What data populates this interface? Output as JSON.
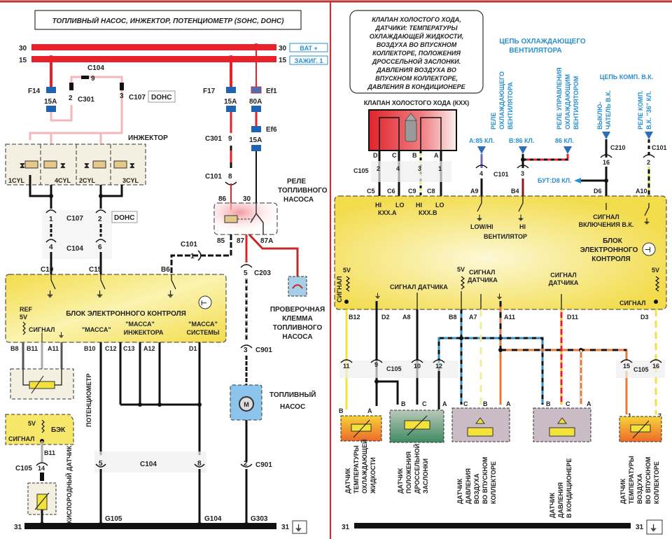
{
  "left": {
    "title": "ТОПЛИВНЫЙ НАСОС, ИНЖЕКТОР, ПОТЕНЦИОМЕТР  (SOHC, DOHC)",
    "buses": {
      "b30": "30",
      "b15": "15",
      "bat": "BAT +",
      "ign": "ЗАЖИГ. 1"
    },
    "fuses": {
      "f14": "F14",
      "f14_rating": "15A",
      "f17": "F17",
      "f17_rating": "15A",
      "ef1": "Ef1",
      "ef1_rating": "80A",
      "ef6": "Ef6",
      "ef6_rating": "15A"
    },
    "connectors": {
      "c104_top": "C104",
      "c104_top_pin": "9",
      "c301": "C301",
      "c301_pin": "2",
      "c107_dohc": "C107",
      "c107_pin": "3",
      "dohc": "DOHC",
      "c301_r": "C301",
      "c301_r_pin": "9",
      "c101_r": "C101",
      "c101_r_pin": "8",
      "c107_mid": "C107",
      "c107_mid_pins": [
        "1",
        "2"
      ],
      "dohc2": "DOHC",
      "c104_mid": "C104",
      "c104_mid_pins": [
        "4",
        "6"
      ],
      "c101_b6": "C101",
      "c101_b6_pin": "1",
      "c203": "C203",
      "c203_pin": "5",
      "c901_top": "C901",
      "c901_top_pin": "3",
      "c901_bot": "C901",
      "c901_bot_pin": "2",
      "c104_bot": "C104",
      "c104_bot_pins": [
        "5",
        "8"
      ],
      "c105": "C105",
      "c105_pin": "14"
    },
    "injector": {
      "label": "ИНЖЕКТОР",
      "cyls": [
        "1CYL",
        "4CYL",
        "2CYL",
        "3CYL"
      ]
    },
    "relay": {
      "label": [
        "РЕЛЕ",
        "ТОПЛИВНОГО",
        "НАСОСА"
      ],
      "pins": {
        "p86": "86",
        "p30": "30",
        "p85": "85",
        "p87": "87",
        "p87a": "87A"
      }
    },
    "test_terminal": [
      "ПРОВЕРОЧНАЯ",
      "КЛЕММА",
      "ТОПЛИВНОГО",
      "НАСОСА"
    ],
    "pump": {
      "label": [
        "ТОПЛИВНЫЙ",
        "НАСОС"
      ],
      "motor": "M"
    },
    "ecu": {
      "title": "БЛОК ЭЛЕКТРОННОГО КОНТРОЛЯ",
      "top_pins": [
        "C10",
        "C15",
        "B6"
      ],
      "ref": [
        "REF",
        "5V"
      ],
      "signal": "СИГНАЛ",
      "mass": "\"МАССА\"",
      "mass_inj": [
        "\"МАССА\"",
        "ИНЖЕКТОРА"
      ],
      "mass_sys": [
        "\"МАССА\"",
        "СИСТЕМЫ"
      ],
      "bottom_pins": [
        "B8",
        "B11",
        "A11",
        "B10",
        "C12",
        "C13",
        "A12",
        "D1"
      ]
    },
    "potentiometer": "ПОТЕНЦИОМЕТР",
    "bek": {
      "v": "5V",
      "signal": "СИГНАЛ",
      "label": "БЭК",
      "pin": "B11"
    },
    "oxygen": "КИСЛОРОДНЫЙ ДАТЧИК",
    "ground": {
      "b31": "31",
      "g105": "G105",
      "g104": "G104",
      "g303": "G303",
      "b31r": "31"
    }
  },
  "right": {
    "title_lines": [
      "КЛАПАН ХОЛОСТОГО ХОДА,",
      "ДАТЧИКИ: ТЕМПЕРАТУРЫ",
      "ОХЛАЖДАЮЩЕЙ ЖИДКОСТИ,",
      "ВОЗДУХА ВО ВПУСКНОМ",
      "КОЛЛЕКТОРЕ, ПОЛОЖЕНИЯ",
      "ДРОССЕЛЬНОЙ ЗАСЛОНКИ.",
      "ДАВЛЕНИЯ ВОЗДУХА ВО",
      "ВПУСКНОМ КОЛЛЕКТОРЕ,",
      "ДАВЛЕНИЯ В КОНДИЦИОНЕРЕ"
    ],
    "iac": {
      "label": "КЛАПАН ХОЛОСТОГО ХОДА (КХХ)",
      "pins": [
        "D",
        "C",
        "B",
        "A"
      ],
      "c105": "C105",
      "c105_pins": [
        "2",
        "4",
        "3",
        "1"
      ],
      "ecu_pins": [
        "C5",
        "C6",
        "C9",
        "C8"
      ]
    },
    "fan_circuit": {
      "title": [
        "ЦЕПЬ ОХЛАЖДАЮЩЕГО",
        "ВЕНТИЛЯТОРА"
      ],
      "relay1": [
        "РЕЛЕ",
        "ОХЛАЖДАЮЩЕГО",
        "ВЕНТИЛЯТОРА"
      ],
      "relay2": [
        "РЕЛЕ УПРАВЛЕНИЯ",
        "ОХЛАЖДАЮЩИМ",
        "ВЕНТИЛЯТОРОМ"
      ],
      "t1": "A:85 КЛ.",
      "t2": "B:86 КЛ.",
      "t3": "86 КЛ.",
      "c101": "C101",
      "c101_pins": [
        "4",
        "3"
      ],
      "ecu_pins": [
        "A9",
        "B4"
      ]
    },
    "ac_circuit": {
      "title": "ЦЕПЬ  КОМП. В.К.",
      "switch": [
        "ВЫКЛЮ-",
        "ЧАТЕЛЬ В.К."
      ],
      "relay": [
        "РЕЛЕ КОМП.",
        "В.К. \"36\" КЛ."
      ],
      "c210": "C210",
      "c210_pin": "16",
      "c101": "C101",
      "c101_pin": "2",
      "but": "БУТ:D8 КЛ.",
      "ecu_pins": [
        "D6",
        "A10"
      ]
    },
    "ecu": {
      "iac_labels": [
        "HI",
        "LO",
        "HI",
        "LO"
      ],
      "kxxa": "КХХ.А",
      "kxxb": "КХХ.В",
      "low_hi": "LOW/HI",
      "hi": "HI",
      "fan": "ВЕНТИЛЯТОР",
      "ac_signal": [
        "СИГНАЛ",
        "ВКЛЮЧЕНИЯ В.К."
      ],
      "title": [
        "БЛОК",
        "ЭЛЕКТРОННОГО",
        "КОНТРОЛЯ"
      ],
      "v5": "5V",
      "signal": "СИГНАЛ",
      "sensor_signal": "СИГНАЛ ДАТЧИКА",
      "sensor_signal2": [
        "СИГНАЛ",
        "ДАТЧИКА"
      ],
      "bottom_pins": [
        "B12",
        "D2",
        "A8",
        "B8",
        "A7",
        "A11",
        "D11",
        "D3"
      ]
    },
    "c105": {
      "label": "C105",
      "pins": [
        "11",
        "9",
        "10",
        "12",
        "15",
        "16"
      ]
    },
    "sensors": [
      {
        "pins": [
          "B",
          "A"
        ],
        "label": [
          "ДАТЧИК",
          "ТЕМПЕРАТУРЫ",
          "ОХЛАЖДАЮЩЕЙ",
          "ЖИДКОСТИ"
        ]
      },
      {
        "pins": [
          "B",
          "C",
          "A"
        ],
        "label": [
          "ДАТЧИК",
          "ПОЛОЖЕНИЯ",
          "ДРОССЕЛЬНОЙ",
          "ЗАСЛОНКИ"
        ]
      },
      {
        "pins": [
          "C",
          "B",
          "A"
        ],
        "label": [
          "ДАТЧИК",
          "ДАВЛЕНИЯ",
          "ВОЗДУХА",
          "ВО ВПУСКНОМ",
          "КОЛЛЕКТОРЕ"
        ]
      },
      {
        "pins": [
          "B",
          "C",
          "A"
        ],
        "label": [
          "ДАТЧИК",
          "ДАВЛЕНИЯ",
          "В КОНДИЦИОНЕРЕ"
        ]
      },
      {
        "pins": [
          "1",
          "2"
        ],
        "label": [
          "ДАТЧИК",
          "ТЕМПЕРАТУРЫ",
          "ВОЗДУХА",
          "ВО ВПУСКНОМ",
          "КОЛЛЕКТОРЕ"
        ]
      }
    ],
    "ground": {
      "b31": "31",
      "b31r": "31"
    }
  },
  "colors": {
    "power": "#e8202a",
    "ecu": "#f6e36a",
    "wire": "#111111",
    "blue": "#2a8fd0",
    "orange": "#e8783a",
    "yellow": "#f2e23a"
  }
}
